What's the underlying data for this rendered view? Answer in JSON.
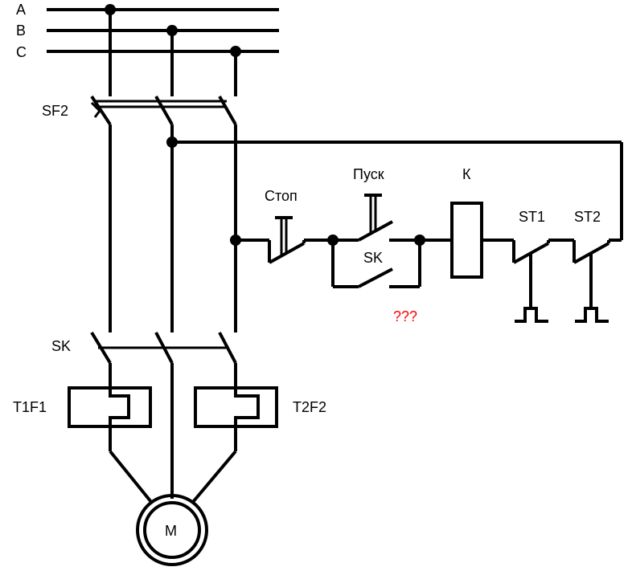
{
  "labels": {
    "phase_a": "A",
    "phase_b": "B",
    "phase_c": "C",
    "breaker": "SF2",
    "stop": "Стоп",
    "start": "Пуск",
    "coil": "К",
    "limit1": "ST1",
    "limit2": "ST2",
    "sk_control": "SK",
    "question": "???",
    "sk_power": "SK",
    "relay1": "T1F1",
    "relay2": "T2F2",
    "motor": "M"
  },
  "colors": {
    "wire": "#000000",
    "question": "#ff0000"
  }
}
